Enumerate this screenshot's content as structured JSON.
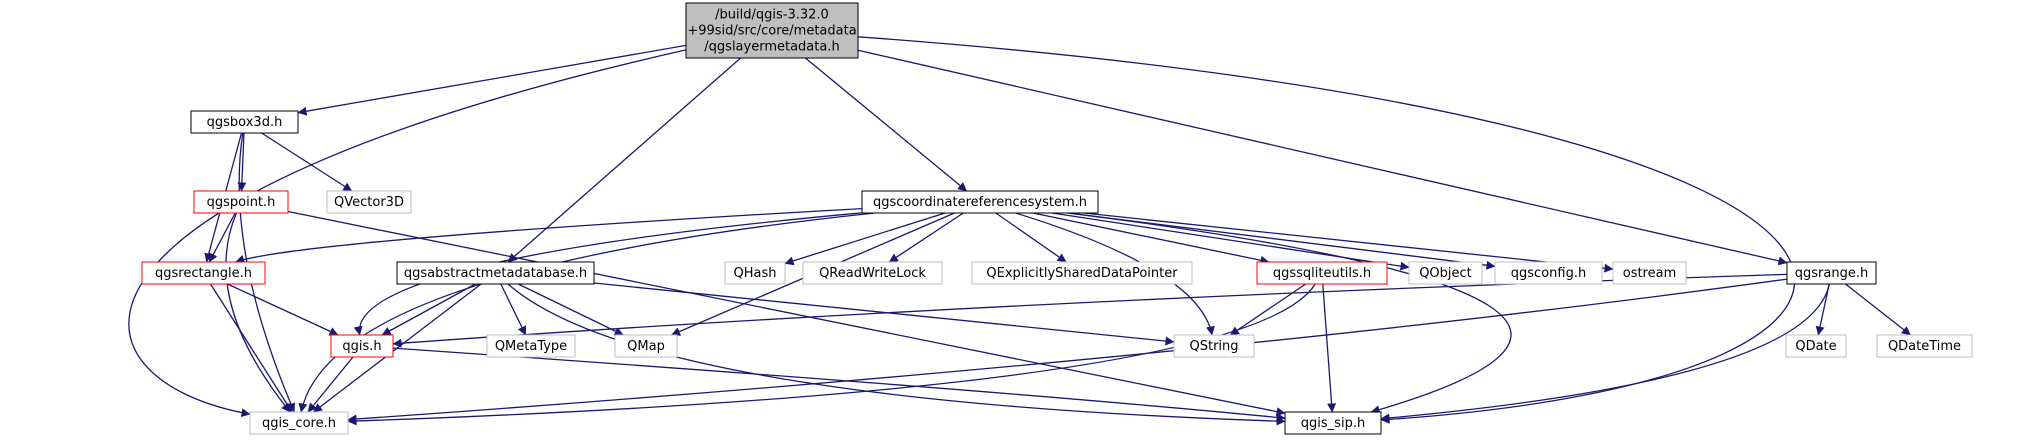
{
  "colors": {
    "edge": "#191970",
    "root_fill": "#bfbfbf",
    "root_border": "#000000",
    "black_border": "#000000",
    "red_border": "#ff0000",
    "gray_border": "#bfbfbf",
    "text": "#000000"
  },
  "nodes": [
    {
      "id": "root",
      "style": "root",
      "lines": [
        "/build/qgis-3.32.0",
        "+99sid/src/core/metadata",
        "/qgslayermetadata.h"
      ]
    },
    {
      "id": "qgsbox3d",
      "style": "black",
      "lines": [
        "qgsbox3d.h"
      ]
    },
    {
      "id": "qgscrs",
      "style": "black",
      "lines": [
        "qgscoordinatereferencesystem.h"
      ]
    },
    {
      "id": "qgsrange",
      "style": "black",
      "lines": [
        "qgsrange.h"
      ]
    },
    {
      "id": "qgspoint",
      "style": "red",
      "lines": [
        "qgspoint.h"
      ]
    },
    {
      "id": "qvector3d",
      "style": "gray",
      "lines": [
        "QVector3D"
      ]
    },
    {
      "id": "qgsrectangle",
      "style": "red",
      "lines": [
        "qgsrectangle.h"
      ]
    },
    {
      "id": "qgsabstract",
      "style": "black",
      "lines": [
        "qgsabstractmetadatabase.h"
      ]
    },
    {
      "id": "qhash",
      "style": "gray",
      "lines": [
        "QHash"
      ]
    },
    {
      "id": "qreadwritelock",
      "style": "gray",
      "lines": [
        "QReadWriteLock"
      ]
    },
    {
      "id": "qexplicit",
      "style": "gray",
      "lines": [
        "QExplicitlySharedDataPointer"
      ]
    },
    {
      "id": "qgssqliteutils",
      "style": "red",
      "lines": [
        "qgssqliteutils.h"
      ]
    },
    {
      "id": "qobject",
      "style": "gray",
      "lines": [
        "QObject"
      ]
    },
    {
      "id": "qgsconfig",
      "style": "gray",
      "lines": [
        "qgsconfig.h"
      ]
    },
    {
      "id": "ostream",
      "style": "gray",
      "lines": [
        "ostream"
      ]
    },
    {
      "id": "qgis",
      "style": "red",
      "lines": [
        "qgis.h"
      ]
    },
    {
      "id": "qmetatype",
      "style": "gray",
      "lines": [
        "QMetaType"
      ]
    },
    {
      "id": "qmap",
      "style": "gray",
      "lines": [
        "QMap"
      ]
    },
    {
      "id": "qstring",
      "style": "gray",
      "lines": [
        "QString"
      ]
    },
    {
      "id": "qdate",
      "style": "gray",
      "lines": [
        "QDate"
      ]
    },
    {
      "id": "qdatetime",
      "style": "gray",
      "lines": [
        "QDateTime"
      ]
    },
    {
      "id": "qgiscore",
      "style": "gray",
      "lines": [
        "qgis_core.h"
      ]
    },
    {
      "id": "qgissip",
      "style": "black",
      "lines": [
        "qgis_sip.h"
      ]
    }
  ],
  "edges": [
    [
      "root",
      "qgsbox3d"
    ],
    [
      "root",
      "qgscrs"
    ],
    [
      "root",
      "qgsrange"
    ],
    [
      "root",
      "qgsabstract"
    ],
    [
      "root",
      "qgiscore"
    ],
    [
      "root",
      "qgissip"
    ],
    [
      "qgsbox3d",
      "qgspoint"
    ],
    [
      "qgsbox3d",
      "qvector3d"
    ],
    [
      "qgsbox3d",
      "qgsrectangle"
    ],
    [
      "qgsbox3d",
      "qgiscore"
    ],
    [
      "qgspoint",
      "qgsrectangle"
    ],
    [
      "qgspoint",
      "qgiscore"
    ],
    [
      "qgspoint",
      "qgissip"
    ],
    [
      "qgsrectangle",
      "qgis"
    ],
    [
      "qgsrectangle",
      "qgiscore"
    ],
    [
      "qgscrs",
      "qgsrectangle"
    ],
    [
      "qgscrs",
      "qgis"
    ],
    [
      "qgscrs",
      "qgiscore"
    ],
    [
      "qgscrs",
      "qmap"
    ],
    [
      "qgscrs",
      "qhash"
    ],
    [
      "qgscrs",
      "qreadwritelock"
    ],
    [
      "qgscrs",
      "qexplicit"
    ],
    [
      "qgscrs",
      "qgssqliteutils"
    ],
    [
      "qgscrs",
      "qobject"
    ],
    [
      "qgscrs",
      "qgsconfig"
    ],
    [
      "qgscrs",
      "ostream"
    ],
    [
      "qgscrs",
      "qstring"
    ],
    [
      "qgscrs",
      "qgissip"
    ],
    [
      "qgsabstract",
      "qgis"
    ],
    [
      "qgsabstract",
      "qmetatype"
    ],
    [
      "qgsabstract",
      "qmap"
    ],
    [
      "qgsabstract",
      "qstring"
    ],
    [
      "qgsabstract",
      "qgiscore"
    ],
    [
      "qgsabstract",
      "qgissip"
    ],
    [
      "qgssqliteutils",
      "qstring"
    ],
    [
      "qgssqliteutils",
      "qgiscore"
    ],
    [
      "qgssqliteutils",
      "qgissip"
    ],
    [
      "qgis",
      "qgiscore"
    ],
    [
      "qgis",
      "qgissip"
    ],
    [
      "qgsrange",
      "qgis"
    ],
    [
      "qgsrange",
      "qgiscore"
    ],
    [
      "qgsrange",
      "qgissip"
    ],
    [
      "qgsrange",
      "qdate"
    ],
    [
      "qgsrange",
      "qdatetime"
    ]
  ]
}
